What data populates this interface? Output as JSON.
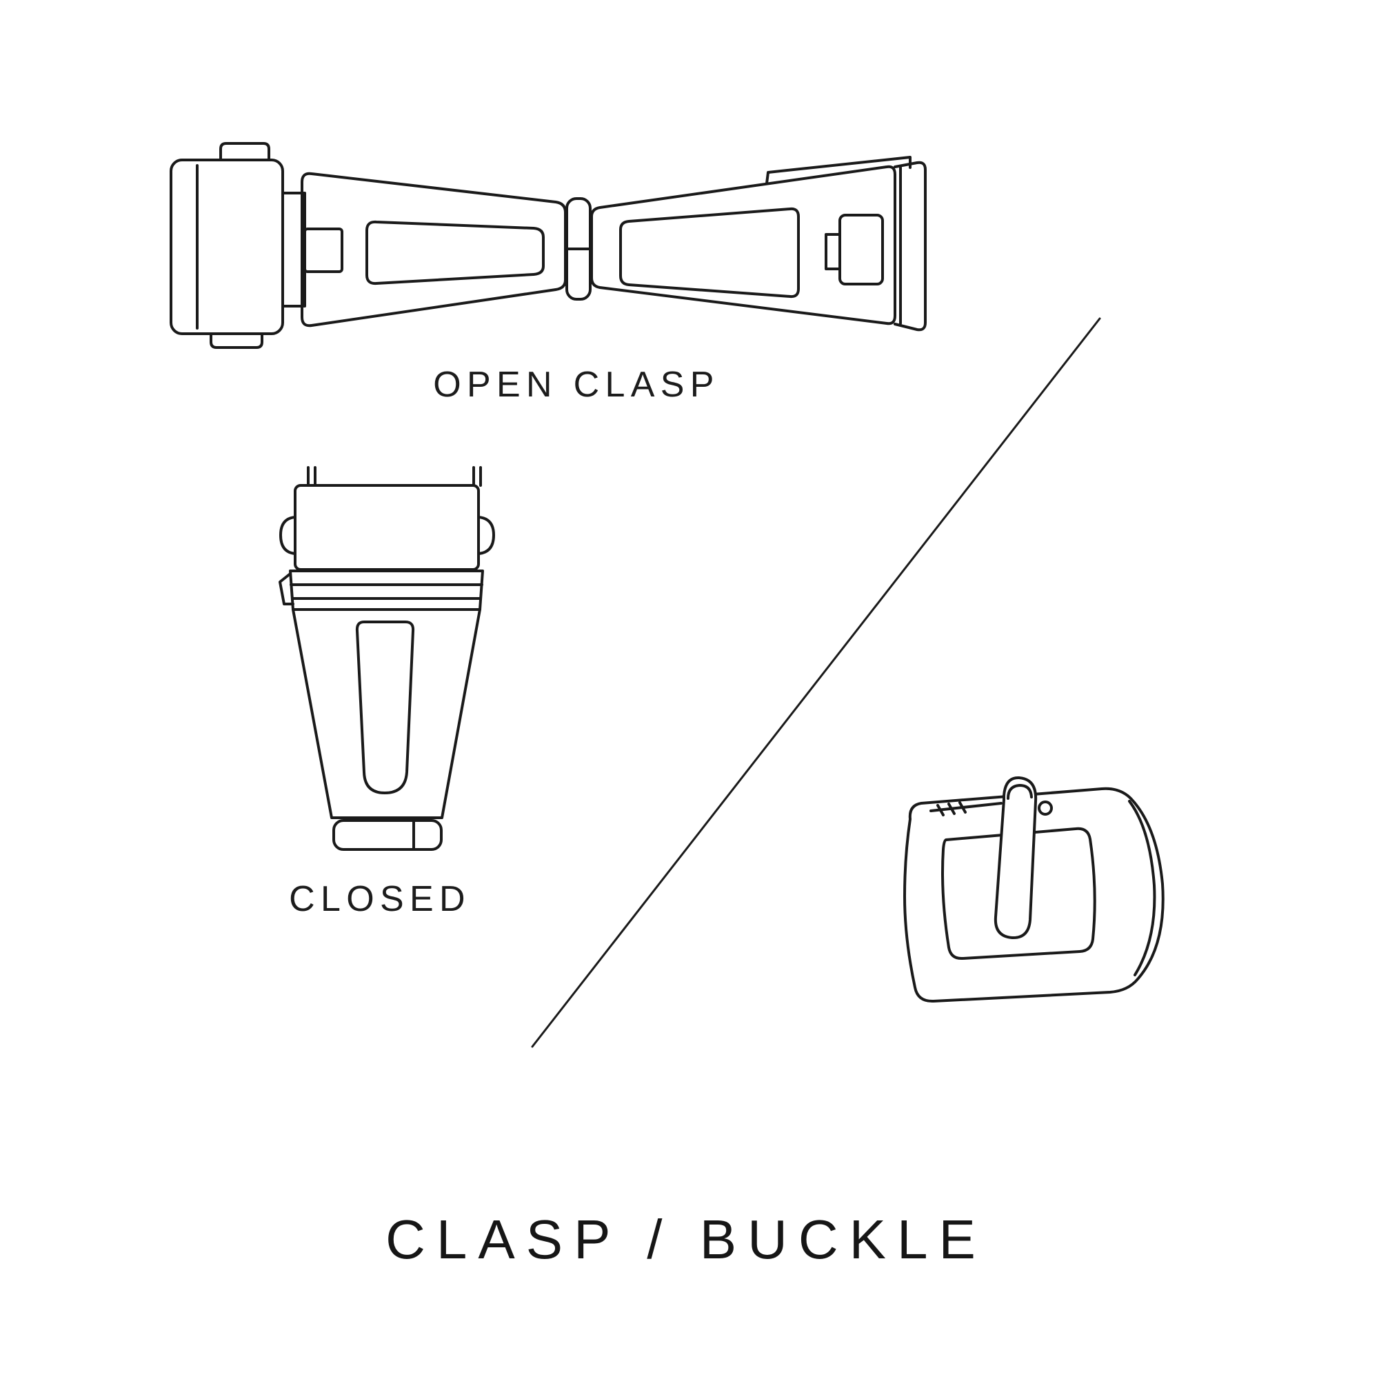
{
  "labels": {
    "open_clasp": "OPEN CLASP",
    "closed": "CLOSED",
    "title": "CLASP / BUCKLE"
  },
  "illustrations": {
    "open_clasp": "open-deployant-clasp-line-drawing",
    "closed_clasp": "closed-clasp-line-drawing",
    "buckle": "pin-buckle-line-drawing",
    "divider": "diagonal-divider-line"
  },
  "colors": {
    "background": "#ffffff",
    "line": "#1a1a1a",
    "text": "#1c1c1c"
  }
}
